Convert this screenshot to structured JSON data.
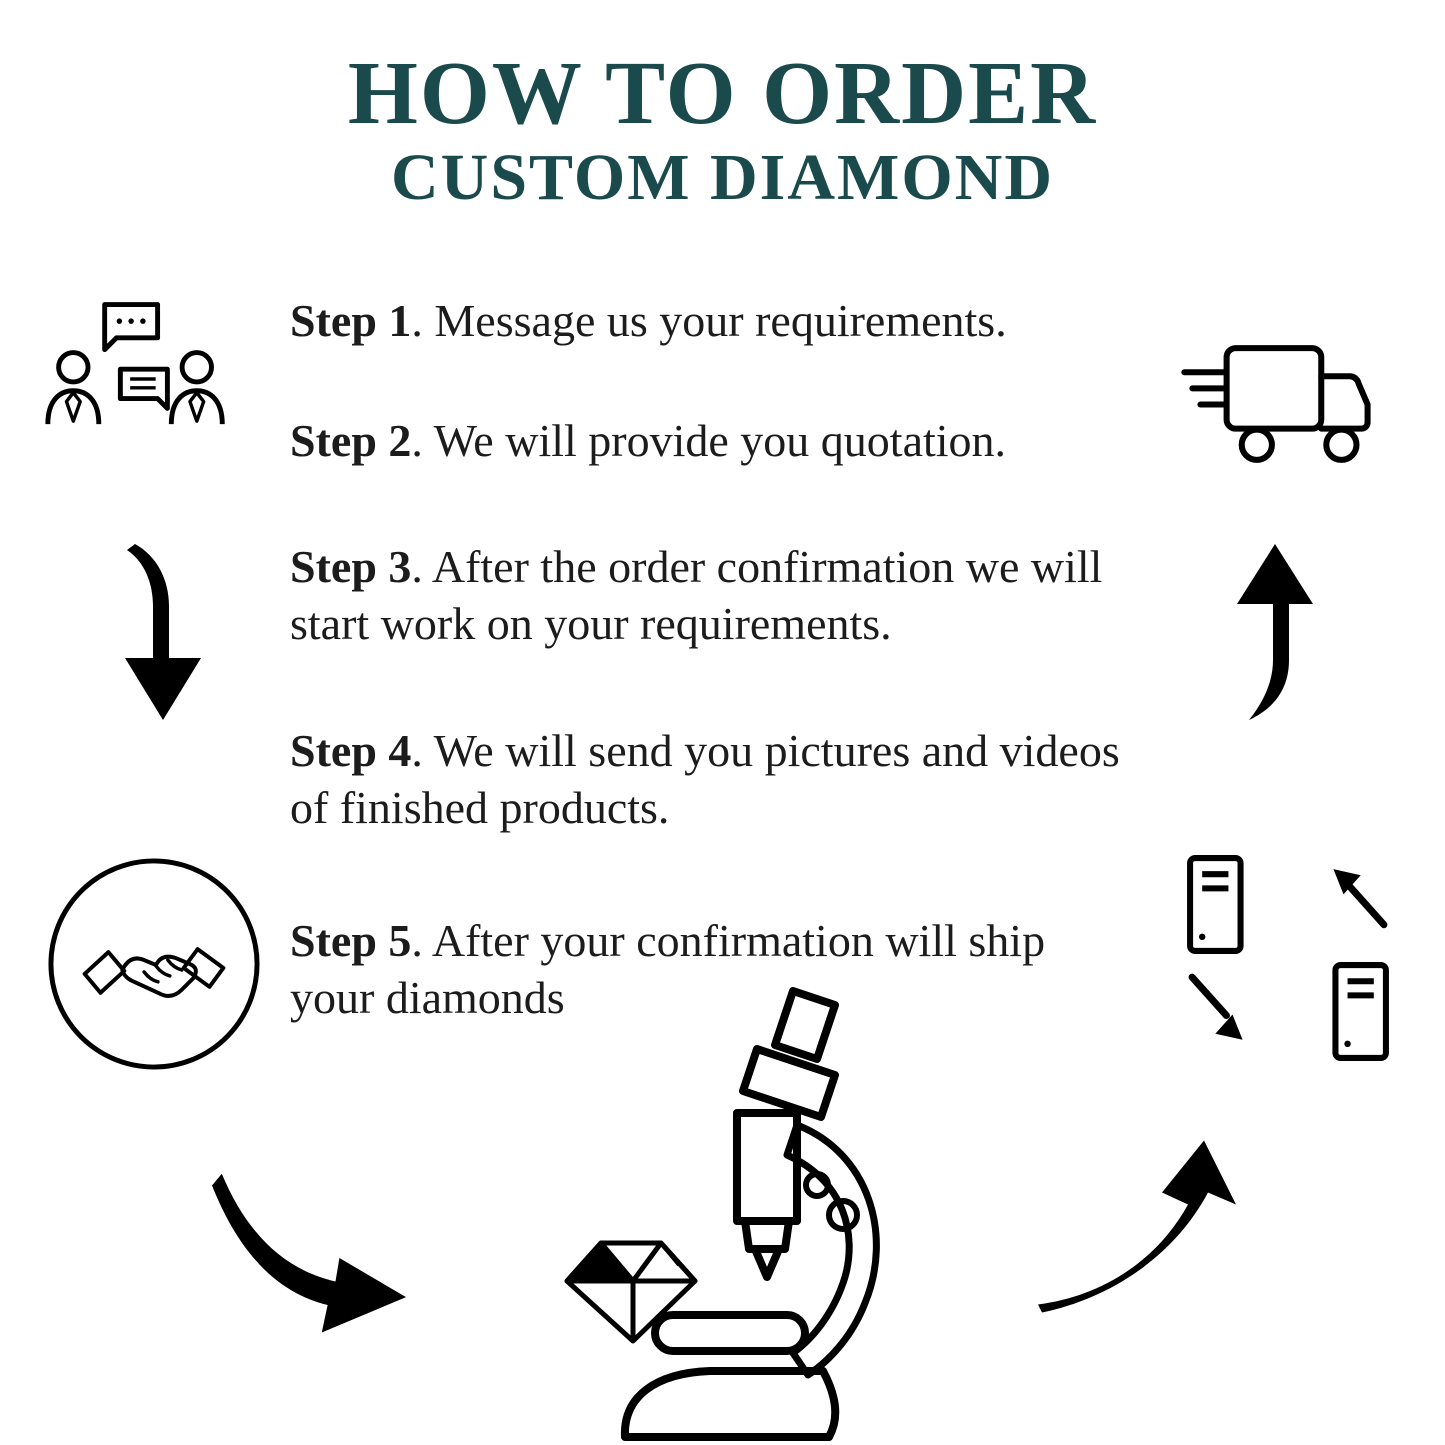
{
  "title": {
    "line1": "HOW TO ORDER",
    "line2": "CUSTOM DIAMOND",
    "color": "#1b4a4d"
  },
  "steps": [
    {
      "label": "Step 1",
      "text": ". Message us your requirements."
    },
    {
      "label": "Step 2",
      "text": ". We will provide you quotation."
    },
    {
      "label": "Step 3",
      "text": ". After the order confirmation we will start work on your requirements."
    },
    {
      "label": "Step 4",
      "text": ". We will send you pictures and videos of finished products."
    },
    {
      "label": "Step 5",
      "text": ". After your confirmation will ship your diamonds"
    }
  ],
  "icons": {
    "discussion": "people-discussion-icon",
    "truck": "delivery-truck-icon",
    "arrow_down": "curved-arrow-down-icon",
    "arrow_up": "curved-arrow-up-icon",
    "handshake": "handshake-circle-icon",
    "exchange": "computer-exchange-icon",
    "microscope": "microscope-diamond-icon",
    "swoosh_right": "curved-arrow-right-icon",
    "swoosh_up": "curved-arrow-upright-icon"
  },
  "colors": {
    "text": "#1c1c1c",
    "icon": "#000000",
    "background": "#ffffff"
  }
}
